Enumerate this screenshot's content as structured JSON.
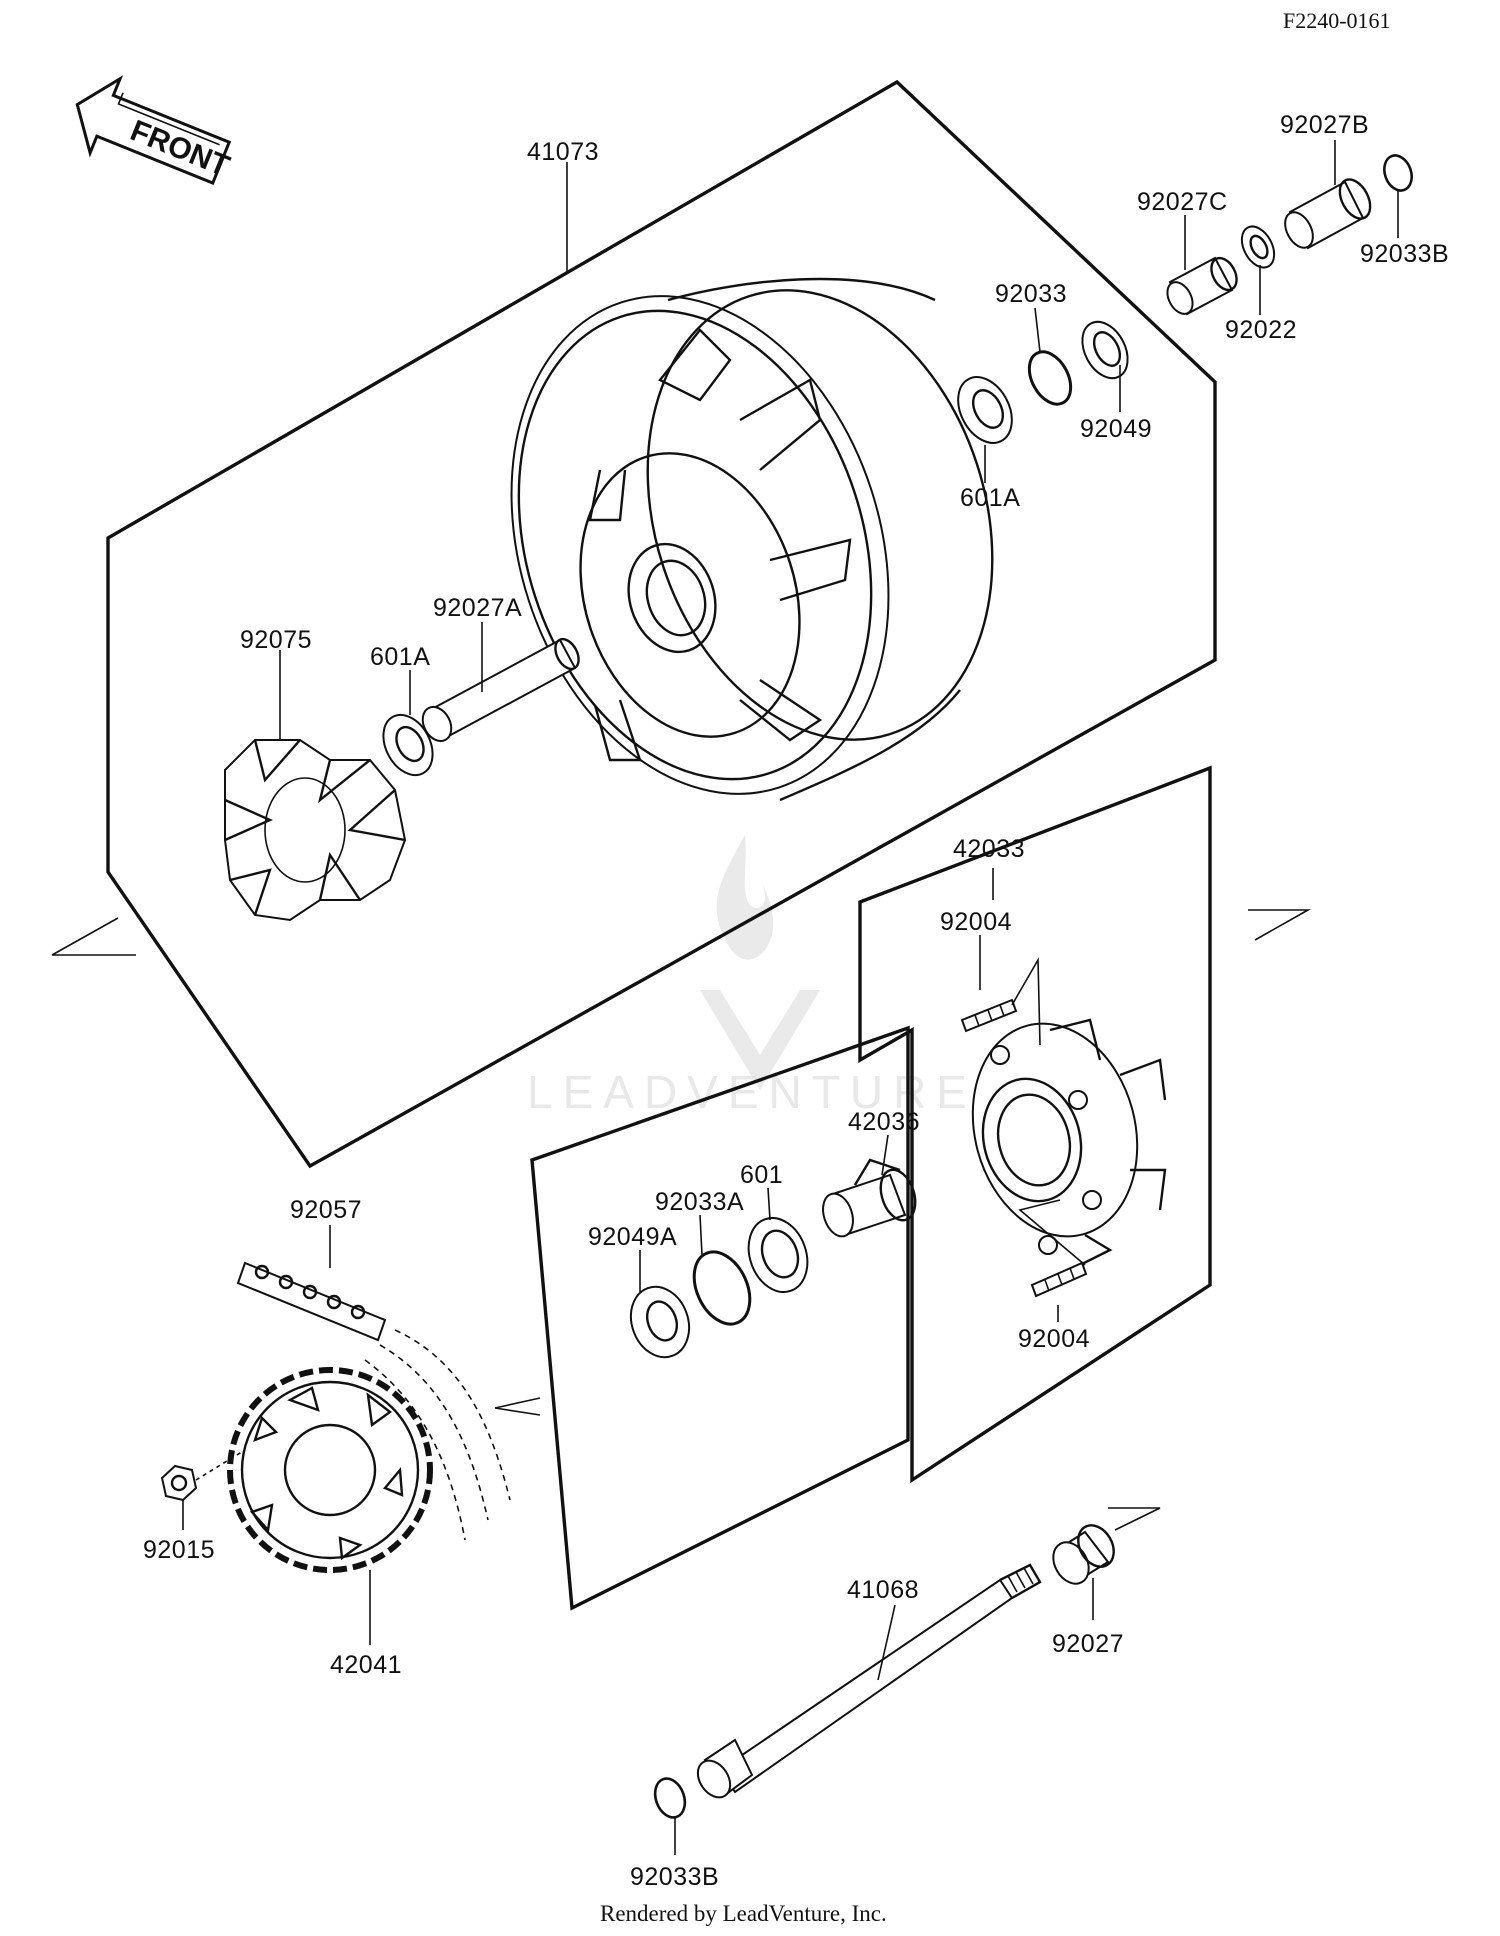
{
  "diagram": {
    "code": "F2240-0161",
    "front_label": "FRONT",
    "footer": "Rendered by LeadVenture, Inc.",
    "watermark": "LEADVENTURE",
    "parts": {
      "p41073": "41073",
      "p92027B": "92027B",
      "p92033B_top": "92033B",
      "p92027C": "92027C",
      "p92022": "92022",
      "p92033": "92033",
      "p92049": "92049",
      "p601A_top": "601A",
      "p92075": "92075",
      "p601A_left": "601A",
      "p92027A": "92027A",
      "p42033": "42033",
      "p92004_top": "92004",
      "p42036": "42036",
      "p601": "601",
      "p92033A": "92033A",
      "p92049A": "92049A",
      "p92004_bottom": "92004",
      "p92057": "92057",
      "p92015": "92015",
      "p42041": "42041",
      "p41068": "41068",
      "p92027": "92027",
      "p92033B_bottom": "92033B"
    }
  }
}
